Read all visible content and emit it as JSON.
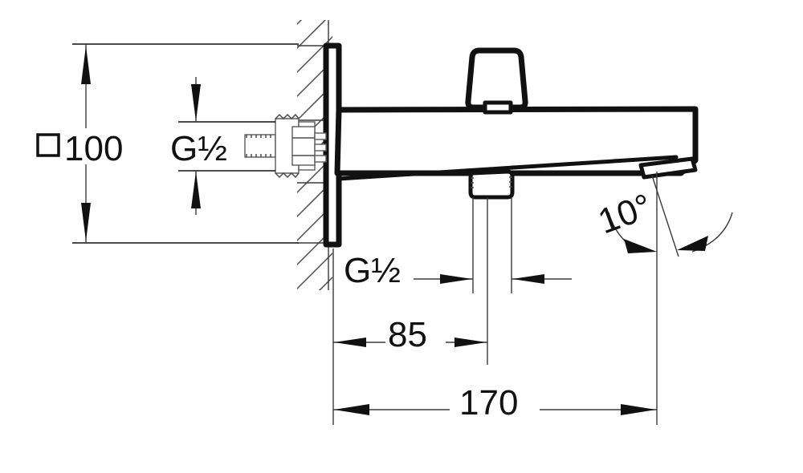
{
  "drawing": {
    "title": "Wall Mounted Bath Spout — Dimensioned Section Drawing",
    "units": "mm",
    "background_color": "#ffffff",
    "line_color": "#111111",
    "hatch_color": "#4a4a4a"
  },
  "dimensions": {
    "height_square": {
      "label": "□100",
      "value": "100",
      "symbol": "□",
      "orientation": "vertical",
      "arrows": "outward"
    },
    "inlet_thread": {
      "label": "G½",
      "orientation": "vertical",
      "arrows": "inward"
    },
    "outlet_thread": {
      "label": "G½",
      "orientation": "horizontal",
      "arrows": "inward"
    },
    "projection_85": {
      "label": "85",
      "value": "85",
      "orientation": "horizontal",
      "arrows": "outward"
    },
    "projection_170": {
      "label": "170",
      "value": "170",
      "orientation": "horizontal",
      "arrows": "outward"
    },
    "spout_angle": {
      "label": "10°",
      "value": "10",
      "unit": "°",
      "orientation": "angular",
      "arrows": "both"
    }
  },
  "parts": {
    "wall": "hatched-wall-section",
    "escutcheon": "wall-flange-plate",
    "inlet_connector": "threaded-inlet-nipple",
    "spout_body": "tapered-spout-body",
    "top_knob": "diverter-knob",
    "bottom_outlet": "threaded-aerator-outlet",
    "spout_tip": "angled-spout-outlet-face"
  }
}
